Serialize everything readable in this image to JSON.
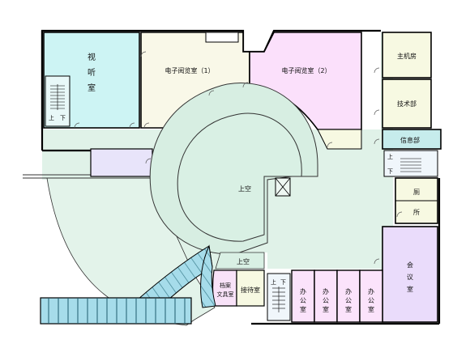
{
  "rooms": {
    "av_room": [
      "视",
      "听",
      "室"
    ],
    "reading_room_1": "电子阅览室（1）",
    "reading_room_2": "电子阅览室（2）",
    "server_room": "主机房",
    "tech_dept": "技术部",
    "info_dept": "信息部",
    "restroom": [
      "厕",
      "所"
    ],
    "meeting_room": [
      "会",
      "议",
      "室"
    ],
    "atrium": "上空",
    "atrium_small": "上空",
    "archive": [
      "档案",
      "文具室"
    ],
    "reception": "接待室",
    "office": [
      "办",
      "公",
      "室"
    ]
  },
  "stairs": {
    "up": "上",
    "down": "下"
  },
  "colors": {
    "av_room": "#cdf4f4",
    "corridor": "#e0f2e8",
    "reading_room_1": "#f9f8e8",
    "reading_room_2": "#fbe0fb",
    "side_rooms": "#f7f9e2",
    "info_dept": "#c6ecec",
    "meeting_room": "#eadcfb",
    "offices": "#fbe3fb",
    "side_corridor": "#e8e4fa",
    "atrium": "#d9f0e4",
    "ramp": "#9ed8e6"
  }
}
